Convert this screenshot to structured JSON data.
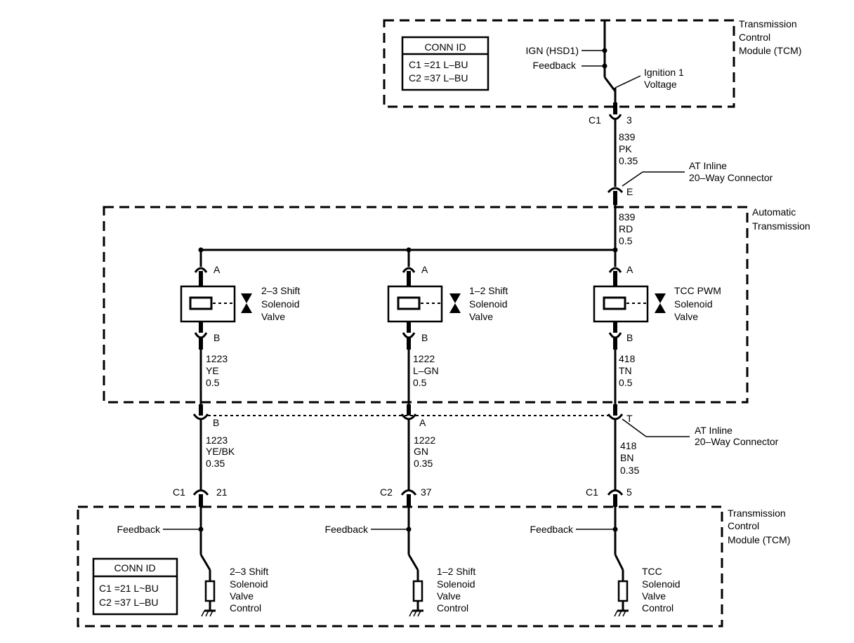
{
  "tcm_top": {
    "title_lines": [
      "Transmission",
      "Control",
      "Module (TCM)"
    ],
    "conn_id": {
      "header": "CONN ID",
      "rows": [
        "C1 =21 L–BU",
        "C2 =37 L–BU"
      ]
    },
    "ign_label": "IGN (HSD1)",
    "feedback_label": "Feedback",
    "ignition_lines": [
      "Ignition 1",
      "Voltage"
    ]
  },
  "tcm_top_connector": {
    "conn": "C1",
    "pin": "3"
  },
  "wire_pk": {
    "lines": [
      "839",
      "PK",
      "0.35"
    ]
  },
  "inline_top": {
    "pin": "E",
    "label_lines": [
      "AT Inline",
      "20–Way Connector"
    ]
  },
  "wire_rd": {
    "lines": [
      "839",
      "RD",
      "0.5"
    ]
  },
  "automatic_transmission": {
    "title_lines": [
      "Automatic",
      "Transmission"
    ]
  },
  "solenoids": [
    {
      "pin_a": "A",
      "pin_b": "B",
      "label_lines": [
        "2–3 Shift",
        "Solenoid",
        "Valve"
      ],
      "wire_lines": [
        "1223",
        "YE",
        "0.5"
      ]
    },
    {
      "pin_a": "A",
      "pin_b": "B",
      "label_lines": [
        "1–2 Shift",
        "Solenoid",
        "Valve"
      ],
      "wire_lines": [
        "1222",
        "L–GN",
        "0.5"
      ]
    },
    {
      "pin_a": "A",
      "pin_b": "B",
      "label_lines": [
        "TCC PWM",
        "Solenoid",
        "Valve"
      ],
      "wire_lines": [
        "418",
        "TN",
        "0.5"
      ]
    }
  ],
  "inline_bottom": {
    "pins": [
      "B",
      "A",
      "T"
    ],
    "label_lines": [
      "AT Inline",
      "20–Way Connector"
    ]
  },
  "lower_wires": [
    {
      "lines": [
        "1223",
        "YE/BK",
        "0.35"
      ],
      "conn": "C1",
      "pin": "21"
    },
    {
      "lines": [
        "1222",
        "GN",
        "0.35"
      ],
      "conn": "C2",
      "pin": "37"
    },
    {
      "lines": [
        "418",
        "BN",
        "0.35"
      ],
      "conn": "C1",
      "pin": "5"
    }
  ],
  "tcm_bottom": {
    "title_lines": [
      "Transmission",
      "Control",
      "Module (TCM)"
    ],
    "conn_id": {
      "header": "CONN ID",
      "rows": [
        "C1 =21 L~BU",
        "C2 =37 L–BU"
      ]
    },
    "feedback_labels": [
      "Feedback",
      "Feedback",
      "Feedback"
    ],
    "control_labels": [
      [
        "2–3 Shift",
        "Solenoid",
        "Valve",
        "Control"
      ],
      [
        "1–2 Shift",
        "Solenoid",
        "Valve",
        "Control"
      ],
      [
        "TCC",
        "Solenoid",
        "Valve",
        "Control"
      ]
    ]
  }
}
